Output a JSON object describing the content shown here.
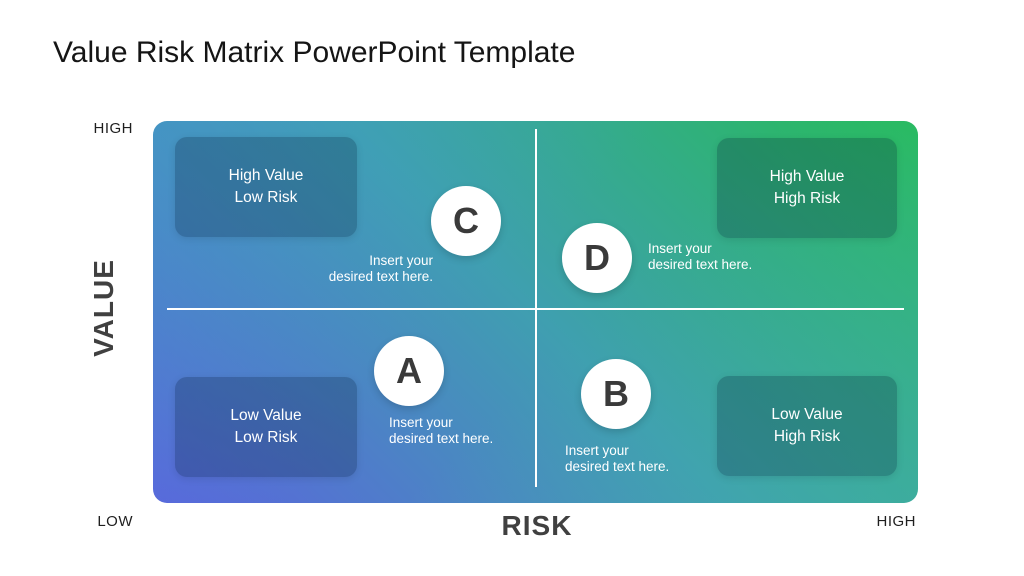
{
  "title": "Value Risk Matrix PowerPoint Template",
  "axis": {
    "y_label": "VALUE",
    "x_label": "RISK",
    "y_top": "HIGH",
    "y_bottom": "LOW",
    "x_right": "HIGH"
  },
  "quadrants": [
    {
      "name": "high-value-low-risk",
      "label": "High Value\nLow Risk",
      "marker": "C",
      "placeholder": "Insert your\ndesired text here."
    },
    {
      "name": "high-value-high-risk",
      "label": "High Value\nHigh Risk",
      "marker": "D",
      "placeholder": "Insert your\ndesired text here."
    },
    {
      "name": "low-value-low-risk",
      "label": "Low Value\nLow Risk",
      "marker": "A",
      "placeholder": "Insert your\ndesired text here."
    },
    {
      "name": "low-value-high-risk",
      "label": "Low Value\nHigh Risk",
      "marker": "B",
      "placeholder": "Insert your\ndesired text here."
    }
  ],
  "colors": {
    "gradient_bottom_left": "#5b63de",
    "gradient_top_left": "#40a0c0",
    "gradient_top_right": "#25bb58",
    "gradient_bottom_right": "#44b2ab",
    "quadrant_box_overlay": "rgba(0,22,48,0.24)",
    "divider": "#ffffff",
    "marker_circle": "#ffffff",
    "marker_letter": "#3a3a3a",
    "placeholder_text": "#ffffff",
    "axis_end_text": "#1f1f1f",
    "axis_title_text": "#404040",
    "title_text": "#151515",
    "slide_background": "#ffffff"
  }
}
